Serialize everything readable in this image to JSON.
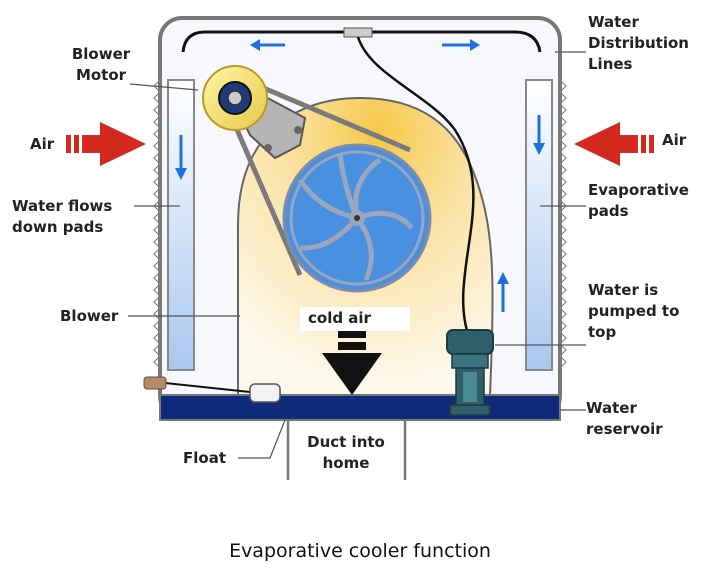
{
  "caption": "Evaporative cooler function",
  "labels": {
    "blower_motor": "Blower\nMotor",
    "air_left": "Air",
    "air_right": "Air",
    "water_flows": "Water flows\ndown pads",
    "blower": "Blower",
    "float": "Float",
    "duct": "Duct into\nhome",
    "cold_air": "cold air",
    "water_distribution": "Water\nDistribution\nLines",
    "evaporative_pads": "Evaporative\npads",
    "water_pumped": "Water is\npumped to\ntop",
    "water_reservoir": "Water\nreservoir"
  },
  "colors": {
    "housing": "#777777",
    "reservoir": "#0f2a78",
    "fan": "#4a90e0",
    "flow_arrows": "#1f6fe0",
    "air_arrows": "#d42a1e",
    "cold_air_arrow": "#111111",
    "pump": "#2f5f6a",
    "glow": "#f5c84a"
  }
}
